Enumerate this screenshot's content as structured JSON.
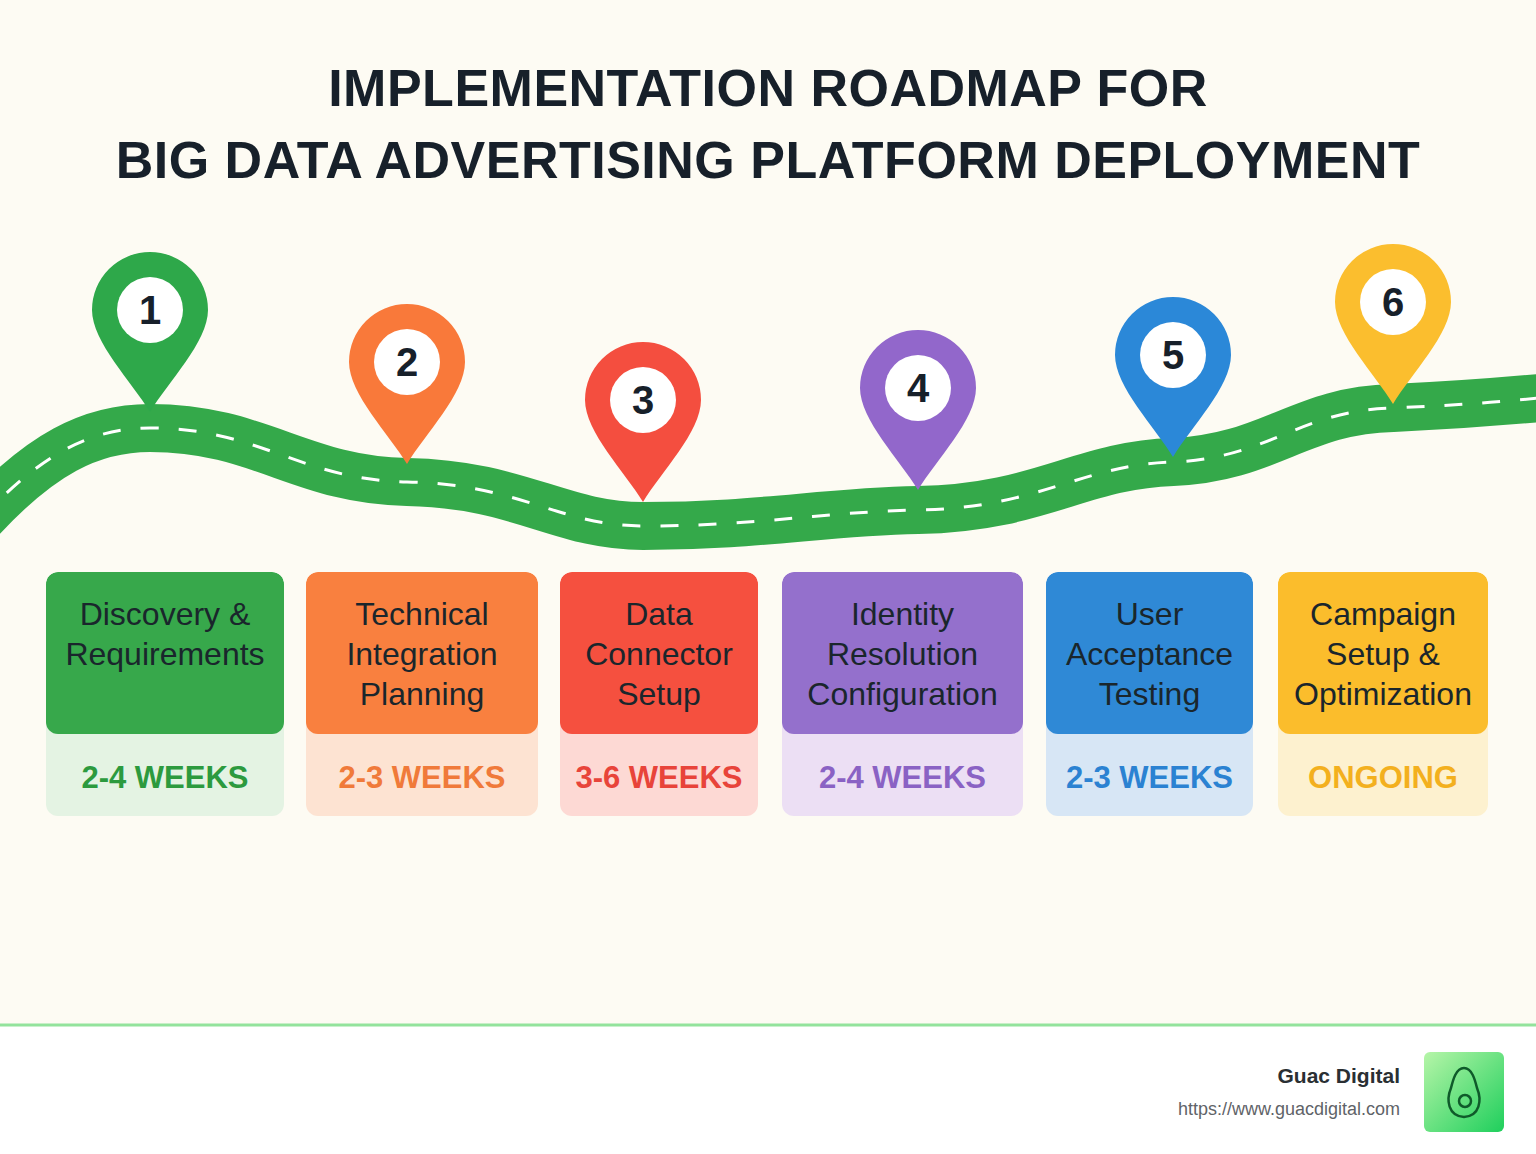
{
  "diagram": {
    "title": "IMPLEMENTATION ROADMAP FOR BIG DATA ADVERTISING PLATFORM DEPLOYMENT",
    "nodes": [
      {
        "text": [
          "1"
        ]
      },
      {
        "text": [
          "Discovery & Requirements",
          "2-4 WEEKS"
        ]
      },
      {
        "text": [
          "2"
        ]
      },
      {
        "text": [
          "Technical Integration Planning",
          "2-3 WEEKS"
        ]
      },
      {
        "text": [
          "3"
        ]
      },
      {
        "text": [
          "Data Connector Setup",
          "3-6 WEEKS"
        ]
      },
      {
        "text": [
          "4"
        ]
      },
      {
        "text": [
          "Identity Resolution Configuration",
          "2-4 WEEKS"
        ]
      },
      {
        "text": [
          "5"
        ]
      },
      {
        "text": [
          "User Acceptance Testing",
          "2-3 WEEKS"
        ]
      },
      {
        "text": [
          "6"
        ]
      },
      {
        "text": [
          "Campaign Setup & Optimization",
          "ONGOING"
        ]
      }
    ],
    "labels": [
      "Guac Digital",
      "https://www.guacdigital.com"
    ]
  }
}
